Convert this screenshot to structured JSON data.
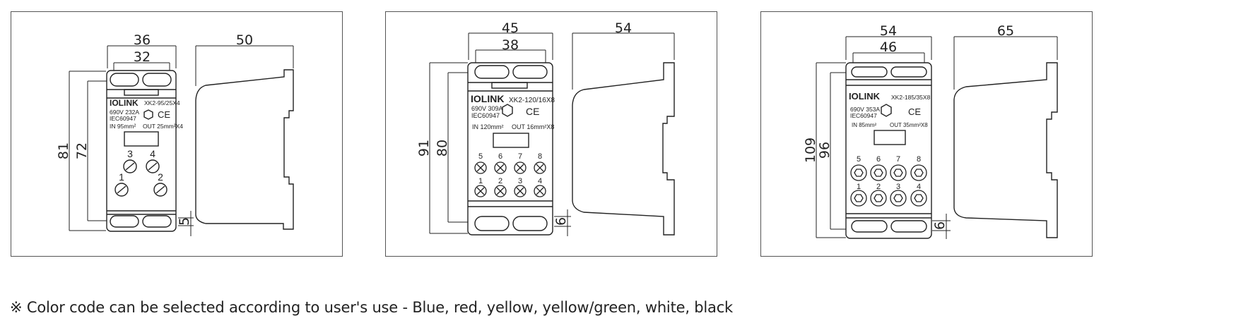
{
  "panels": [
    {
      "brand": "IOLINK",
      "model": "XK2-95/25X4",
      "rating": "690V 232A",
      "standard": "IEC60947",
      "ce": "CE",
      "in_label": "IN 95mm²",
      "out_label": "OUT 25mm²X4",
      "dims": {
        "outer_width": "36",
        "inner_width": "32",
        "depth": "50",
        "outer_height": "81",
        "inner_height": "72",
        "foot": "5"
      },
      "terminals": [
        "3",
        "4",
        "1",
        "2"
      ]
    },
    {
      "brand": "IOLINK",
      "model": "XK2-120/16X8",
      "rating": "690V 309A",
      "standard": "IEC60947",
      "ce": "CE",
      "in_label": "IN 120mm²",
      "out_label": "OUT 16mm²X8",
      "dims": {
        "outer_width": "45",
        "inner_width": "38",
        "depth": "54",
        "outer_height": "91",
        "inner_height": "80",
        "foot": "6"
      },
      "terminals": [
        "5",
        "6",
        "7",
        "8",
        "1",
        "2",
        "3",
        "4"
      ]
    },
    {
      "brand": "IOLINK",
      "model": "XK2-185/35X8",
      "rating": "690V 353A",
      "standard": "IEC60947",
      "ce": "CE",
      "in_label": "IN 85mm²",
      "out_label": "OUT 35mm²X8",
      "dims": {
        "outer_width": "54",
        "inner_width": "46",
        "depth": "65",
        "outer_height": "109",
        "inner_height": "96",
        "foot": "6"
      },
      "terminals": [
        "5",
        "6",
        "7",
        "8",
        "1",
        "2",
        "3",
        "4"
      ]
    }
  ],
  "note": "※ Color code can be selected according to user's use - Blue, red, yellow, yellow/green, white, black"
}
